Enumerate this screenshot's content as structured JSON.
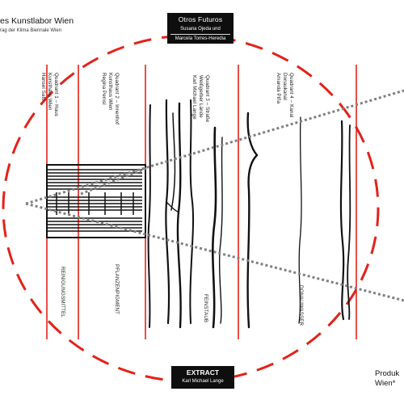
{
  "top_left": {
    "title": "es Kunstlabor Wien",
    "subtitle": "rag der Klima Biennale Wien"
  },
  "top_block": {
    "title": "Otros Futuros",
    "line1": "Susana Ojeda und",
    "line2": "Marcela Torres-Heredia"
  },
  "quadrants": [
    {
      "lines": [
        "Quadrant 1 – Haus",
        "Kunsthaus Wien",
        "Hansel Sato"
      ]
    },
    {
      "lines": [
        "Quadrant 2 – Innenhof",
        "Kunsthaus Wien",
        "Regina Pemsl"
      ]
    },
    {
      "lines": [
        "Quadrant 3 – Straße",
        "Weißgerber Lände",
        "Karl Michael Lange"
      ]
    },
    {
      "lines": [
        "Quadrant 4 – Kanal",
        "Donaukanal",
        "Amanda Piña"
      ]
    }
  ],
  "materials": [
    "REINIGUNGSMITTEL",
    "PFLANZENPIGMENT",
    "FEINSTAUB",
    "DONAUWASSER"
  ],
  "bottom_block": {
    "title": "EXTRACT",
    "subtitle": "Karl Michael Lange"
  },
  "bottom_right": {
    "line1": "Produk",
    "line2": "Wien*"
  },
  "colors": {
    "accent_red": "#e32219",
    "ink": "#111111",
    "dotted_gray": "#808080",
    "block_bg": "#0e0e0e",
    "block_text": "#ffffff"
  }
}
